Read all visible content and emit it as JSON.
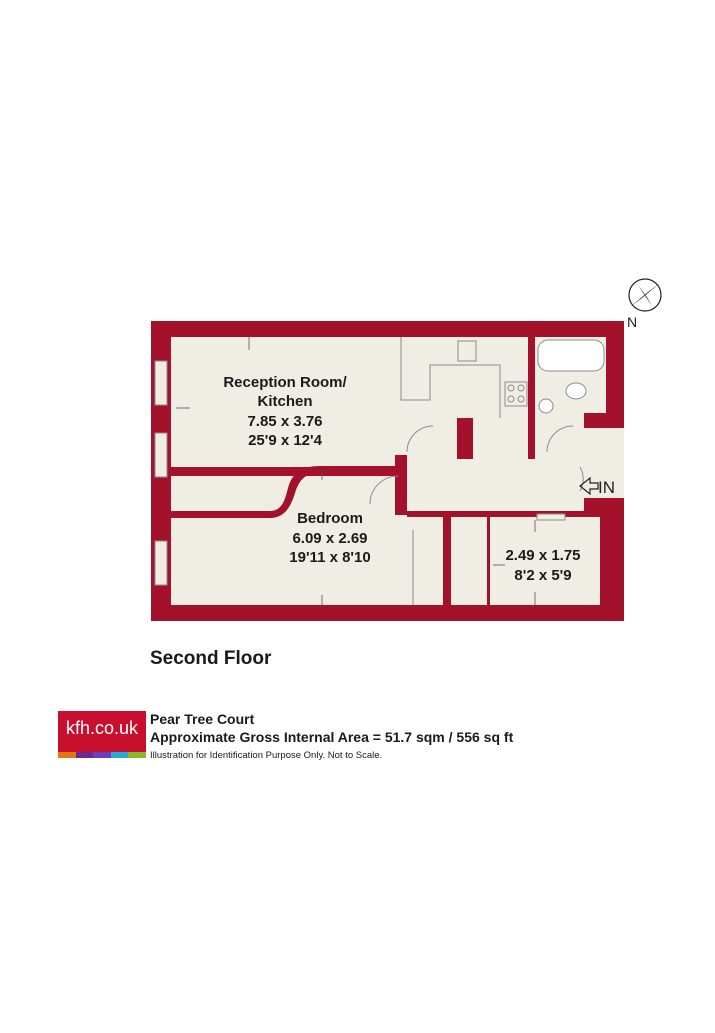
{
  "compass": {
    "label": "N"
  },
  "entrance": {
    "label": "IN"
  },
  "rooms": [
    {
      "id": "reception",
      "lines": [
        "Reception Room/",
        "Kitchen",
        "7.85 x 3.76",
        "25'9 x 12'4"
      ]
    },
    {
      "id": "bedroom",
      "lines": [
        "Bedroom",
        "6.09 x 2.69",
        "19'11 x 8'10"
      ]
    },
    {
      "id": "small-room",
      "lines": [
        "2.49 x 1.75",
        "8'2 x 5'9"
      ]
    }
  ],
  "floor_title": "Second Floor",
  "brand": {
    "name": "kfh.co.uk",
    "color": "#c8102e",
    "stripes": [
      "#e07a10",
      "#6d2a8f",
      "#6a3fc0",
      "#2aa8d8",
      "#8ab82a"
    ]
  },
  "footer": {
    "property_name": "Pear Tree Court",
    "area_text": "Approximate Gross Internal Area = 51.7 sqm / 556 sq ft",
    "disclaimer": "Illustration for Identification Purpose Only. Not to Scale."
  },
  "colors": {
    "wall": "#a3122a",
    "floor": "#f0ede4",
    "line": "#8c8c8c"
  }
}
